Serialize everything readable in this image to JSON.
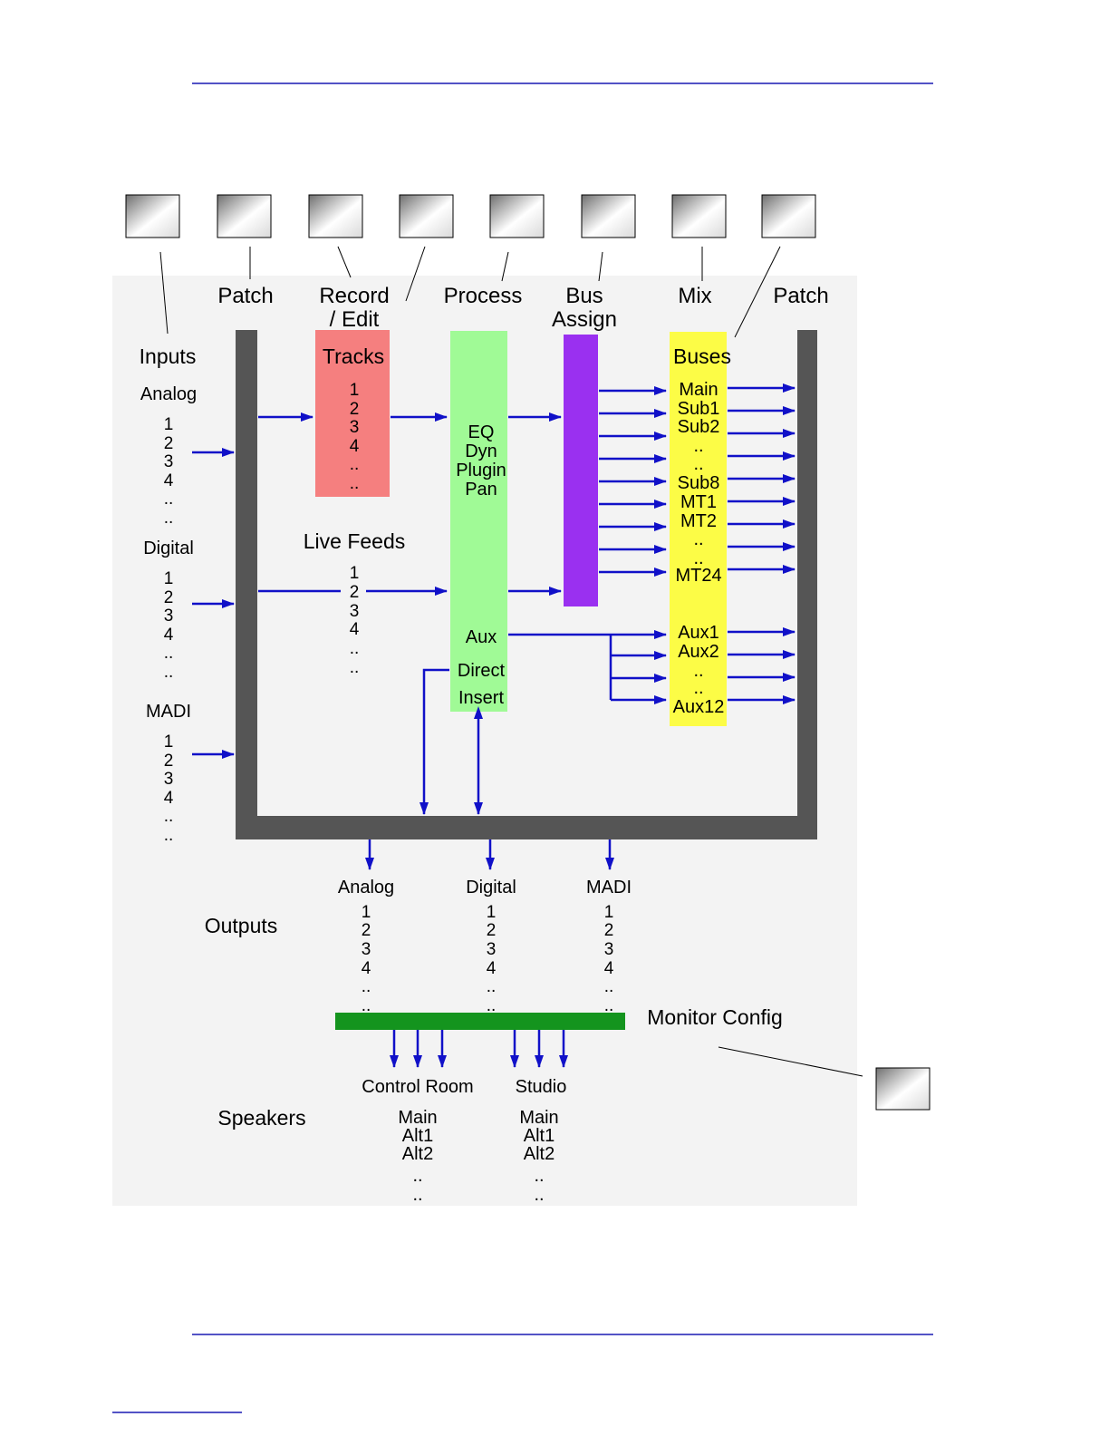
{
  "colors": {
    "rule": "#1a1ab4",
    "panel": "#f3f3f3",
    "frame": "#555555",
    "arrow": "#1010c8",
    "tracks": "#f57f7f",
    "process": "#a0fa96",
    "bus_assign": "#9a30f0",
    "buses": "#fcfc46",
    "monitor_bar": "#14941e"
  },
  "stages": {
    "patch_in": "Patch",
    "record_edit": [
      "Record",
      "/ Edit"
    ],
    "process": "Process",
    "bus_assign": [
      "Bus",
      "Assign"
    ],
    "mix": "Mix",
    "patch_out": "Patch"
  },
  "inputs": {
    "title": "Inputs",
    "analog": "Analog",
    "digital": "Digital",
    "madi": "MADI",
    "channels": [
      "1",
      "2",
      "3",
      "4",
      "..",
      ".."
    ]
  },
  "tracks": {
    "title": "Tracks",
    "items": [
      "1",
      "2",
      "3",
      "4",
      "..",
      ".."
    ]
  },
  "live_feeds": {
    "title": "Live Feeds",
    "items": [
      "1",
      "2",
      "3",
      "4",
      "..",
      ".."
    ]
  },
  "process": {
    "items": [
      "EQ",
      "Dyn",
      "Plugin",
      "Pan"
    ],
    "aux": "Aux",
    "direct": "Direct",
    "insert": "Insert"
  },
  "buses": {
    "title": "Buses",
    "items": [
      "Main",
      "Sub1",
      "Sub2",
      "..",
      "..",
      "Sub8",
      "MT1",
      "MT2",
      "..",
      "..",
      "MT24"
    ],
    "aux_items": [
      "Aux1",
      "Aux2",
      "..",
      "..",
      "Aux12"
    ]
  },
  "outputs": {
    "title": "Outputs",
    "analog": "Analog",
    "digital": "Digital",
    "madi": "MADI",
    "channels": [
      "1",
      "2",
      "3",
      "4",
      "..",
      ".."
    ]
  },
  "monitor": {
    "title": "Monitor Config"
  },
  "speakers": {
    "title": "Speakers",
    "control_room": "Control Room",
    "studio": "Studio",
    "control_room_items": [
      "Main",
      "Alt1",
      "Alt2",
      "..",
      ".."
    ],
    "studio_items": [
      "Main",
      "Alt1",
      "Alt2",
      "..",
      ".."
    ]
  }
}
